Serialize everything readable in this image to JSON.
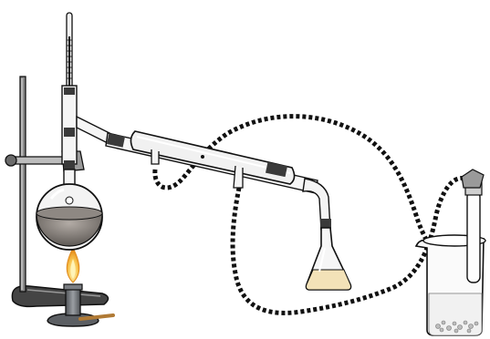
{
  "diagram": {
    "labels": []
  },
  "colors": {
    "background": "#ffffff",
    "outline": "#111111",
    "glass": "#f2f2f2",
    "liquid_dark": "#6f6a66",
    "liquid_mid": "#9a948f",
    "distillate": "#f3e2b8",
    "flame_outer": "#f6b43a",
    "flame_inner": "#fff2b0",
    "burner": "#6f7277",
    "match": "#b07a35",
    "ground_glass": "#3a3a3a",
    "ice_bath": "#f7f7f7"
  },
  "parts": [
    "ring-stand",
    "round-bottom-flask",
    "thermometer",
    "distillation-head",
    "liebig-condenser",
    "cooling-water-tubing",
    "receiving-flask",
    "bunsen-burner",
    "ice-water-beaker"
  ]
}
